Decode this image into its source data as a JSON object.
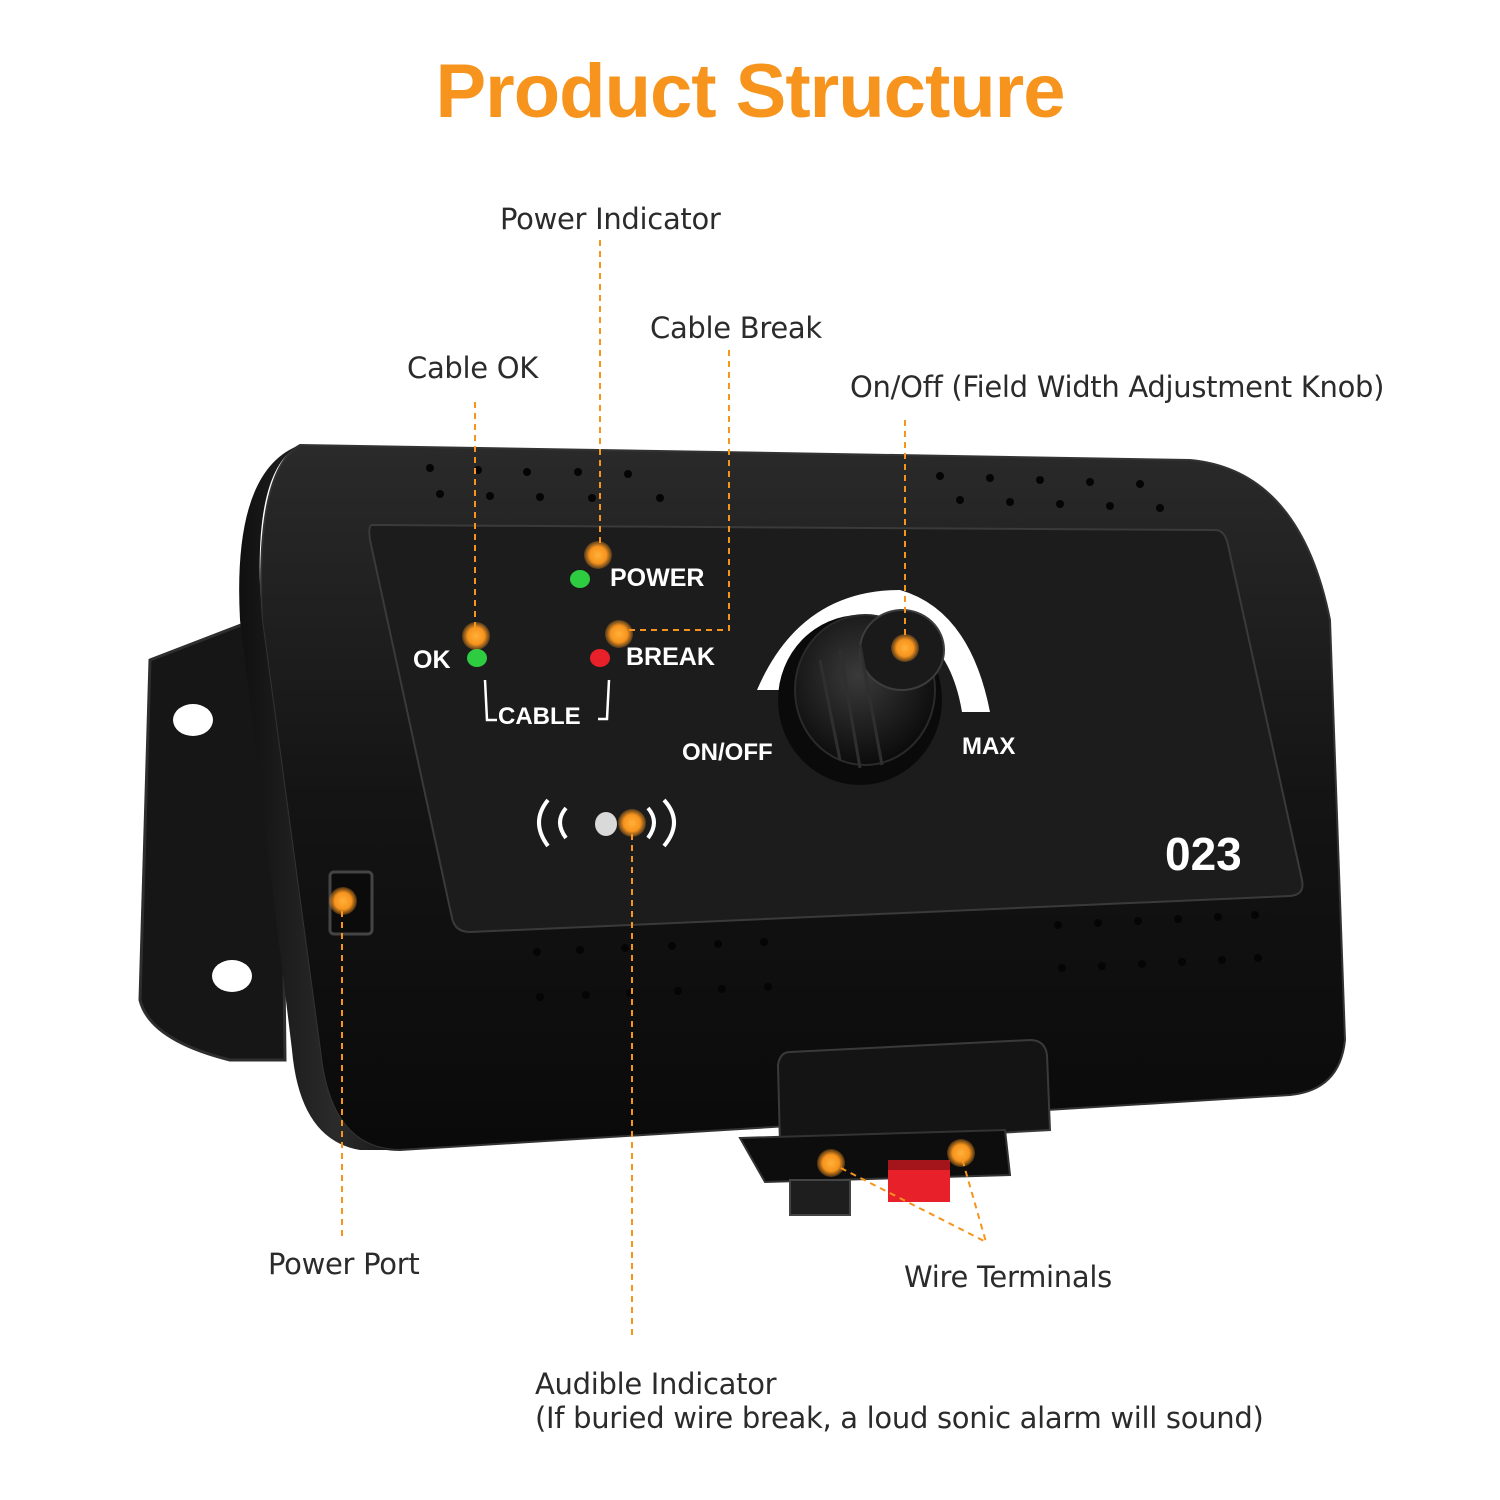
{
  "title": "Product Structure",
  "accent_color": "#f7941d",
  "callouts": {
    "power_indicator": "Power Indicator",
    "cable_break": "Cable Break",
    "cable_ok": "Cable OK",
    "knob": "On/Off (Field Width Adjustment Knob)",
    "power_port": "Power Port",
    "wire_terminals": "Wire Terminals",
    "audible_indicator": "Audible Indicator",
    "audible_note": "(If buried wire break, a loud sonic alarm will sound)"
  },
  "panel": {
    "power": "POWER",
    "ok": "OK",
    "break": "BREAK",
    "cable": "CABLE",
    "on_off": "ON/OFF",
    "max": "MAX",
    "model": "023"
  },
  "led_colors": {
    "power": "#2ecc40",
    "ok": "#2ecc40",
    "break": "#e8202a"
  },
  "icons": [
    "sound-wave-icon"
  ]
}
